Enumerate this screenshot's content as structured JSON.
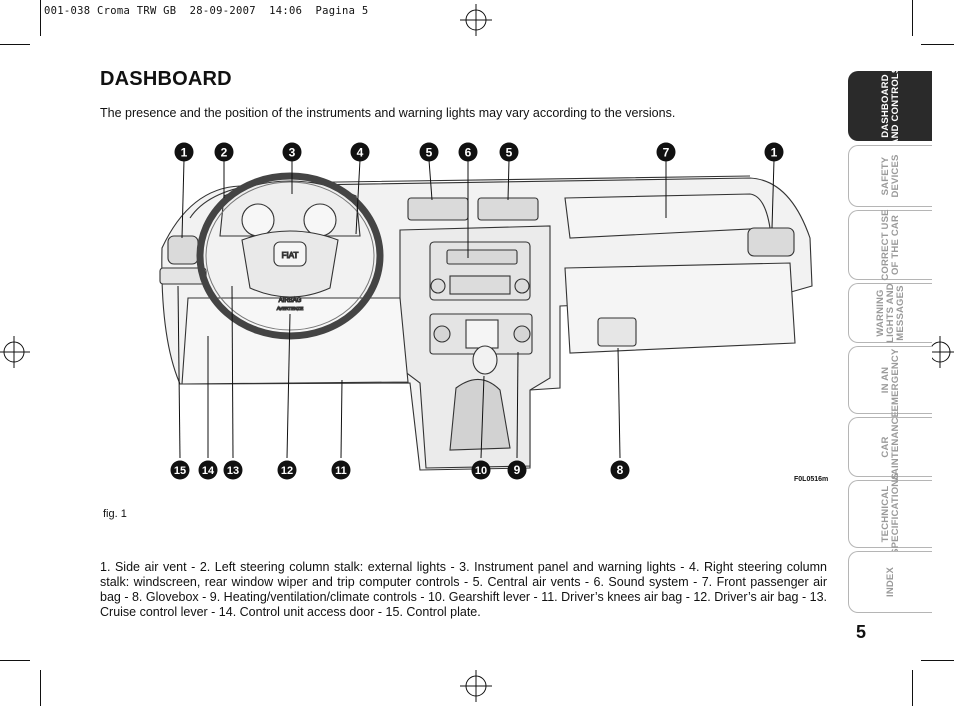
{
  "print_header": "001-038 Croma TRW GB  28-09-2007  14:06  Pagina 5",
  "title": "DASHBOARD",
  "intro": "The presence and the position of the instruments and warning lights may vary according to the versions.",
  "figure": {
    "callouts": [
      "1",
      "2",
      "3",
      "4",
      "5",
      "6",
      "5",
      "7",
      "1",
      "15",
      "14",
      "13",
      "12",
      "11",
      "10",
      "9",
      "8"
    ],
    "code": "F0L0516m",
    "caption": "fig. 1",
    "dash_labels": {
      "brand": "FIAT",
      "airbag": "AIRBAG",
      "airbag_sub": "AVERTENZE"
    }
  },
  "legend": "1. Side air vent - 2. Left steering column stalk: external lights - 3. Instrument panel and warning lights - 4. Right steering column stalk: windscreen, rear window wiper and trip computer controls - 5. Central air vents - 6. Sound system - 7. Front passenger air bag - 8. Glovebox -  9. Heating/ventilation/climate controls - 10. Gearshift lever - 11. Driver’s knees air bag - 12. Driver’s air bag - 13. Cruise control lever - 14. Control unit access door - 15. Control plate.",
  "page_number": "5",
  "side_tabs": [
    {
      "label": "DASHBOARD\nAND CONTROLS",
      "active": true
    },
    {
      "label": "SAFETY\nDEVICES",
      "active": false
    },
    {
      "label": "CORRECT USE\nOF THE CAR",
      "active": false
    },
    {
      "label": "WARNING\nLIGHTS AND\nMESSAGES",
      "active": false
    },
    {
      "label": "IN AN\nEMERGENCY",
      "active": false
    },
    {
      "label": "CAR\nMAINTENANCE",
      "active": false
    },
    {
      "label": "TECHNICAL\nSPECIFICATIONS",
      "active": false
    },
    {
      "label": "INDEX",
      "active": false
    }
  ]
}
